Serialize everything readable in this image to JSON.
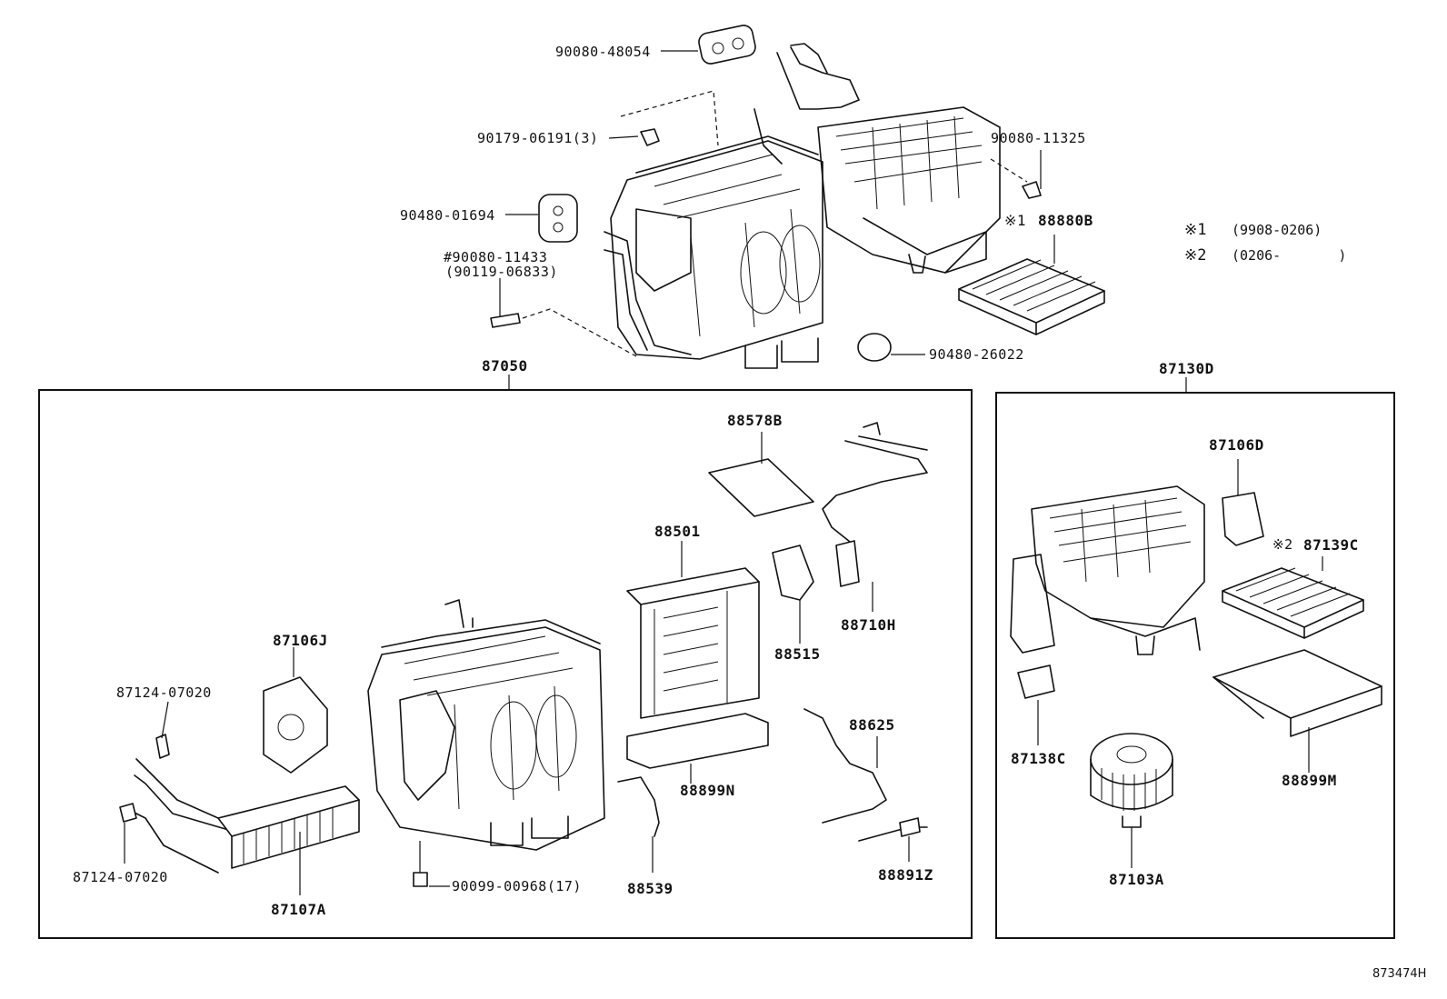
{
  "top": {
    "labels": {
      "p90080_48054": "90080-48054",
      "p90179_06191": "90179-06191(3)",
      "p90480_01694": "90480-01694",
      "p90080_11433": "#90080-11433",
      "p90119_06833": "(90119-06833)",
      "p90080_11325": "90080-11325",
      "p88880B": "88880B",
      "p90480_26022": "90480-26022"
    },
    "marker_88880B": "※1"
  },
  "legend": {
    "note1_mark": "※1",
    "note1_text": "(9908-0206)",
    "note2_mark": "※2",
    "note2_text": "(0206-       )"
  },
  "assembly_left": {
    "title": "87050",
    "labels": {
      "p88578B": "88578B",
      "p88501": "88501",
      "p88515": "88515",
      "p88710H": "88710H",
      "p87106J": "87106J",
      "p87124_07020_a": "87124-07020",
      "p87124_07020_b": "87124-07020",
      "p87107A": "87107A",
      "p90099_00968": "90099-00968(17)",
      "p88539": "88539",
      "p88899N": "88899N",
      "p88625": "88625",
      "p88891Z": "88891Z"
    }
  },
  "assembly_right": {
    "title": "87130D",
    "labels": {
      "p87106D": "87106D",
      "p87139C": "87139C",
      "p87138C": "87138C",
      "p87103A": "87103A",
      "p88899M": "88899M"
    },
    "marker_87139C": "※2"
  },
  "figure_id": "873474H"
}
